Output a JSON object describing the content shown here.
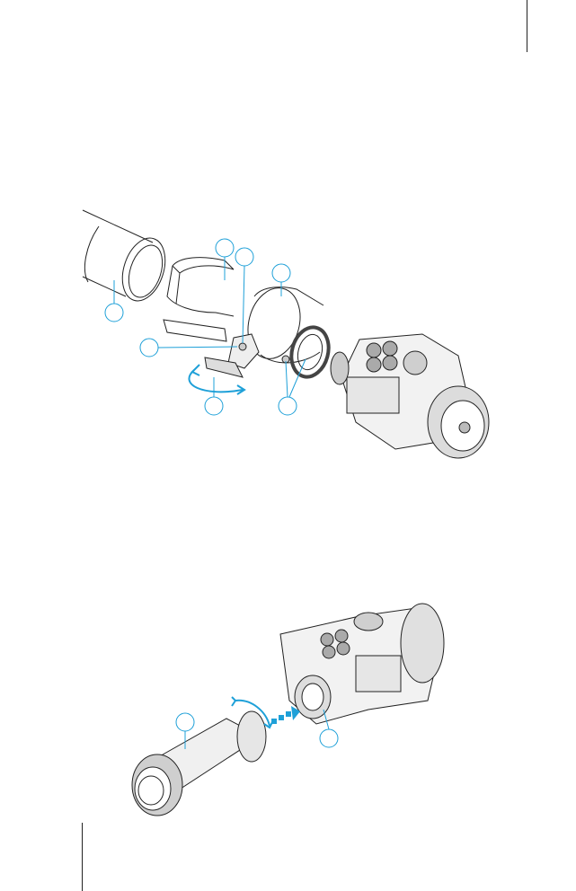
{
  "page": {
    "accent_color": "#1ea0d8",
    "line_color": "#222222"
  },
  "figure_top": {
    "description_icons": [
      "scope-tube",
      "adapter-shim",
      "adapter-body",
      "clamp-lever",
      "device-body"
    ],
    "callouts": [
      "",
      "",
      "",
      "",
      "",
      "",
      ""
    ]
  },
  "figure_bottom": {
    "description_icons": [
      "eyepiece",
      "device-body"
    ],
    "callouts": [
      "",
      ""
    ]
  }
}
